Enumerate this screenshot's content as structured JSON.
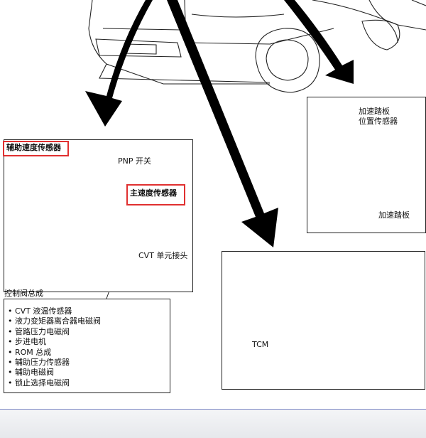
{
  "labels": {
    "aux_speed_sensor": "辅助速度传感器",
    "pnp_switch": "PNP 开关",
    "main_speed_sensor": "主速度传感器",
    "cvt_connector": "CVT 单元接头",
    "control_valve": "控制阀总成",
    "pedal_sensor_line1": "加速踏板",
    "pedal_sensor_line2": "位置传感器",
    "accel_pedal": "加速踏板",
    "tcm": "TCM"
  },
  "components": [
    "CVT 液温传感器",
    "液力变矩器离合器电磁阀",
    "管路压力电磁阀",
    "步进电机",
    "ROM 总成",
    "辅助压力传感器",
    "辅助电磁阀",
    "锁止选择电磁阀"
  ],
  "colors": {
    "highlight": "#e03030",
    "footer_line": "#7c86c4"
  }
}
